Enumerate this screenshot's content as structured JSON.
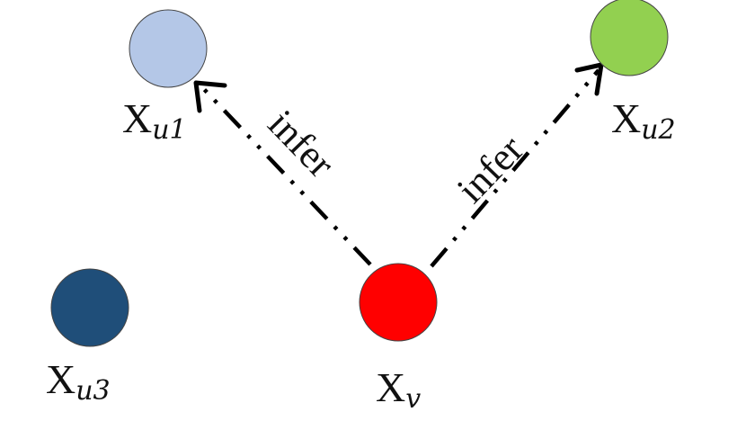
{
  "nodes": {
    "u1": {
      "label_base": "X",
      "label_sub": "u1",
      "color": "#B4C7E7"
    },
    "u2": {
      "label_base": "X",
      "label_sub": "u2",
      "color": "#92D050"
    },
    "u3": {
      "label_base": "X",
      "label_sub": "u3",
      "color": "#1F4E79"
    },
    "v": {
      "label_base": "X",
      "label_sub": "v",
      "color": "#FF0000"
    }
  },
  "edges": {
    "v_to_u1": {
      "label": "infer",
      "style": "dash-dot-dot",
      "arrow": "open"
    },
    "v_to_u2": {
      "label": "infer",
      "style": "dash-dot-dot",
      "arrow": "open"
    }
  }
}
